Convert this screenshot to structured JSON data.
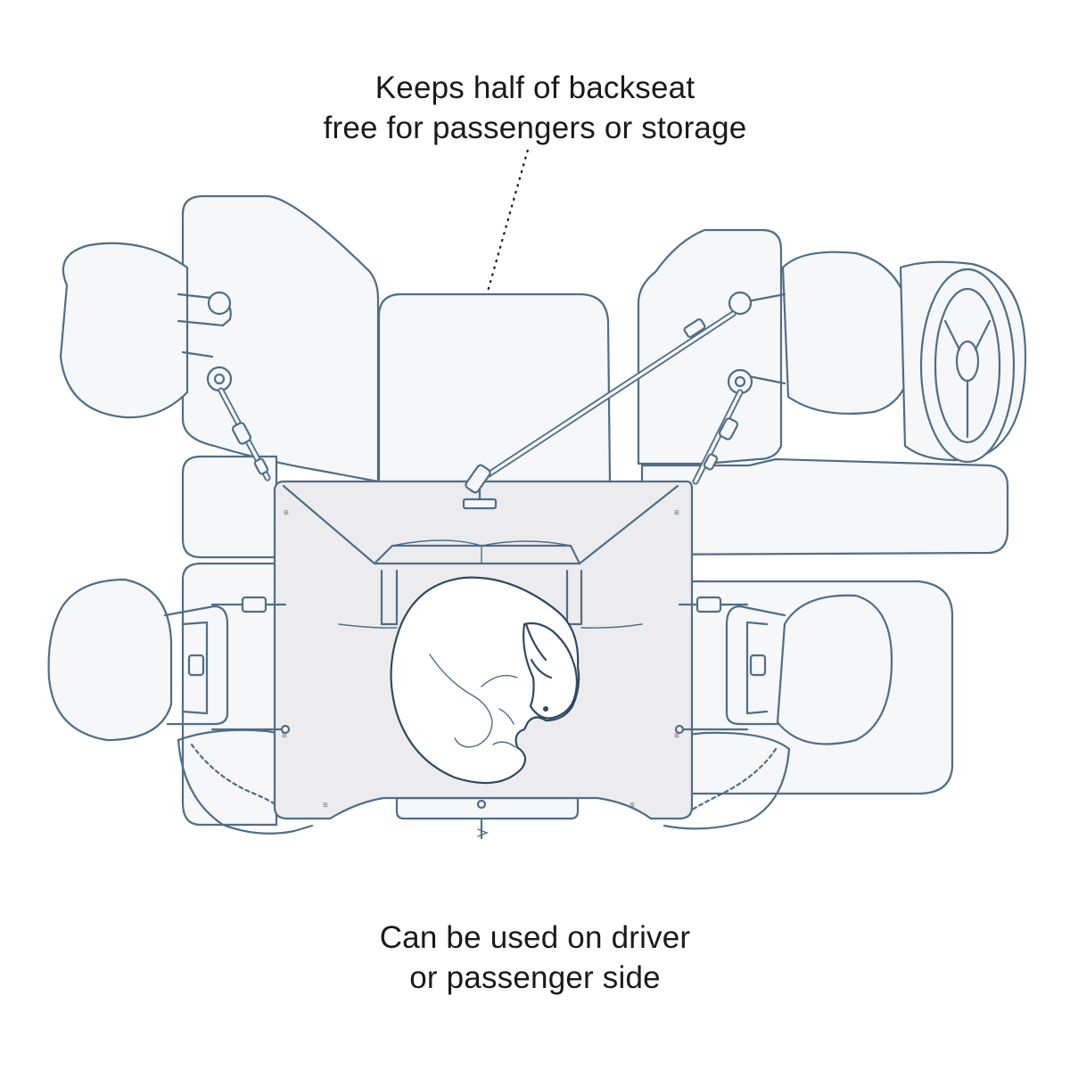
{
  "captions": {
    "top": {
      "line1": "Keeps half of backseat",
      "line2": "free for passengers or storage"
    },
    "bottom": {
      "line1": "Can be used on driver",
      "line2": "or passenger side"
    }
  },
  "colors": {
    "outline": "#4f6e87",
    "seat_fill": "#f6f7f9",
    "cover_fill": "#ececee",
    "text": "#1a1a1a",
    "background": "#ffffff"
  }
}
